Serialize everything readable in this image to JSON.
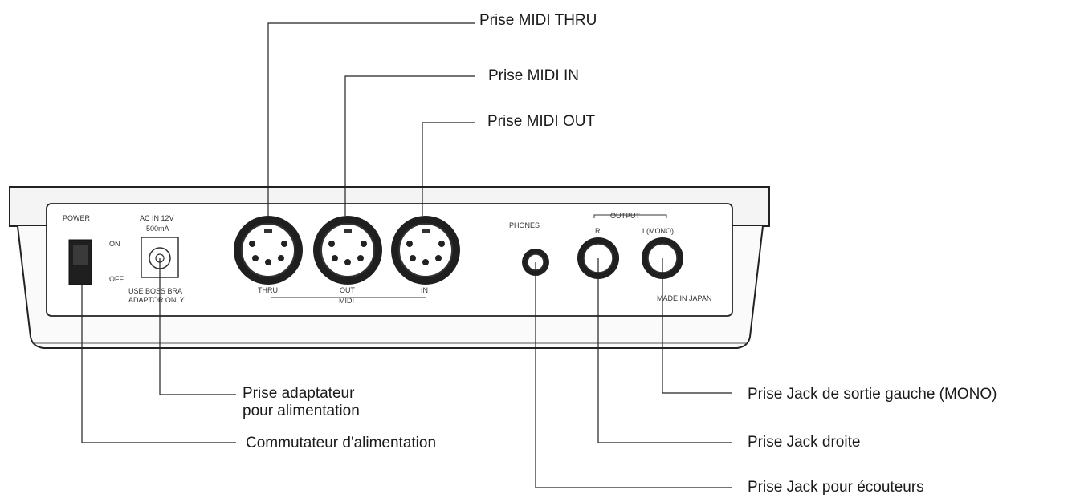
{
  "callouts": {
    "midi_thru": "Prise MIDI THRU",
    "midi_in": "Prise MIDI IN",
    "midi_out": "Prise MIDI OUT",
    "adapter_line1": "Prise adaptateur",
    "adapter_line2": "pour alimentation",
    "power_switch": "Commutateur d'alimentation",
    "left_mono": "Prise Jack de sortie gauche (MONO)",
    "right_jack": "Prise Jack droite",
    "phones_jack": "Prise Jack pour écouteurs"
  },
  "panel": {
    "power": "POWER",
    "on": "ON",
    "off": "OFF",
    "ac_in_1": "AC IN 12V",
    "ac_in_2": "500mA",
    "adaptor_1": "USE BOSS BRA",
    "adaptor_2": "ADAPTOR ONLY",
    "thru": "THRU",
    "out": "OUT",
    "in": "IN",
    "midi": "MIDI",
    "phones": "PHONES",
    "output": "OUTPUT",
    "r": "R",
    "l_mono": "L(MONO)",
    "made_in": "MADE IN JAPAN"
  }
}
